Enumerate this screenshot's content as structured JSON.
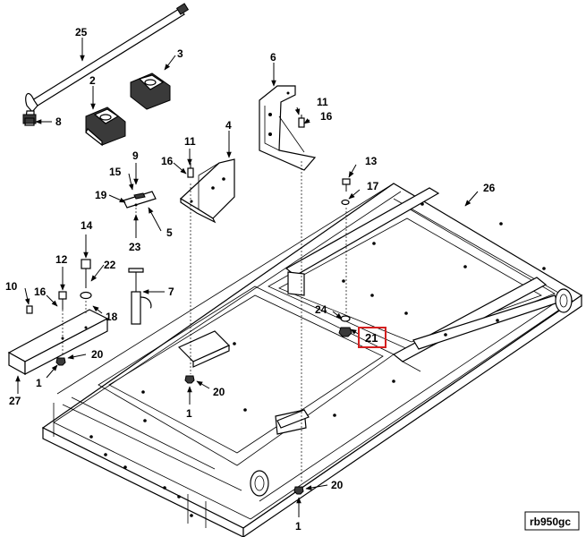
{
  "diagram": {
    "callouts": {
      "c1a": "1",
      "c1b": "1",
      "c1c": "1",
      "c2": "2",
      "c3": "3",
      "c4": "4",
      "c5": "5",
      "c6": "6",
      "c7": "7",
      "c8": "8",
      "c9": "9",
      "c10": "10",
      "c11a": "11",
      "c11b": "11",
      "c12": "12",
      "c13": "13",
      "c14": "14",
      "c15": "15",
      "c16a": "16",
      "c16b": "16",
      "c16c": "16",
      "c17": "17",
      "c18": "18",
      "c19": "19",
      "c20a": "20",
      "c20b": "20",
      "c20c": "20",
      "c21": "21",
      "c22": "22",
      "c23": "23",
      "c24": "24",
      "c25": "25",
      "c26": "26",
      "c27": "27"
    },
    "figure_code": "rb950gc",
    "highlight_color": "#d42020"
  }
}
